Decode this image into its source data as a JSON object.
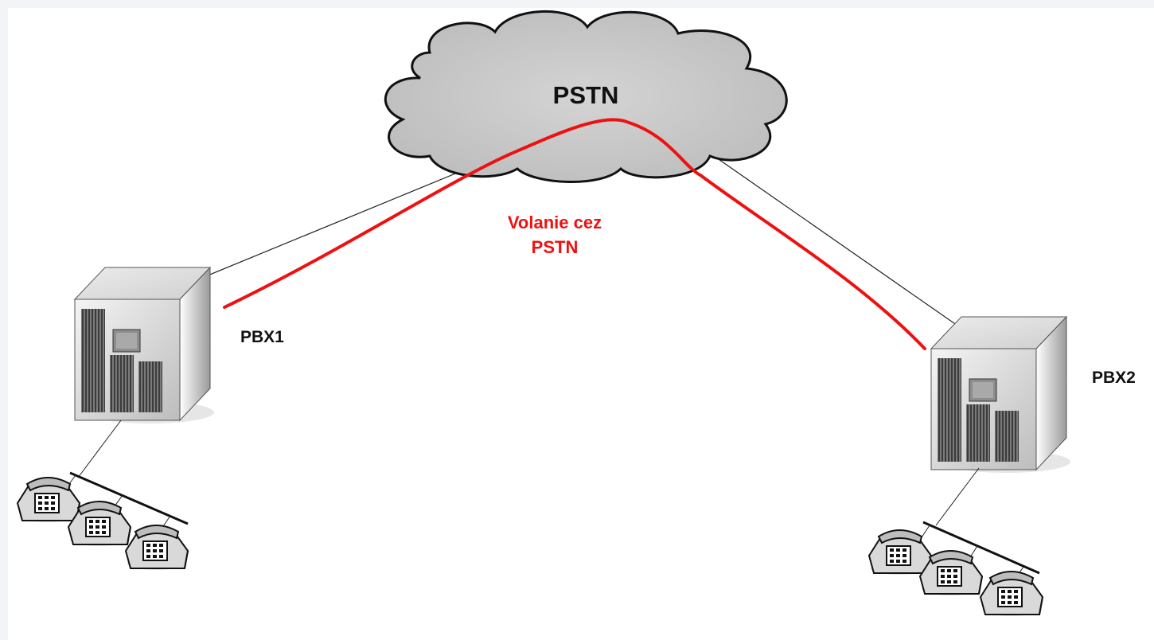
{
  "diagram": {
    "cloud_label": "PSTN",
    "pbx1_label": "PBX1",
    "pbx2_label": "PBX2",
    "call_label_line1": "Volanie cez",
    "call_label_line2": "PSTN"
  },
  "colors": {
    "background": "#f3f4f6",
    "canvas": "#ffffff",
    "call_path": "#ee1111",
    "cloud_fill": "#c8c8c8",
    "link": "#222222"
  }
}
